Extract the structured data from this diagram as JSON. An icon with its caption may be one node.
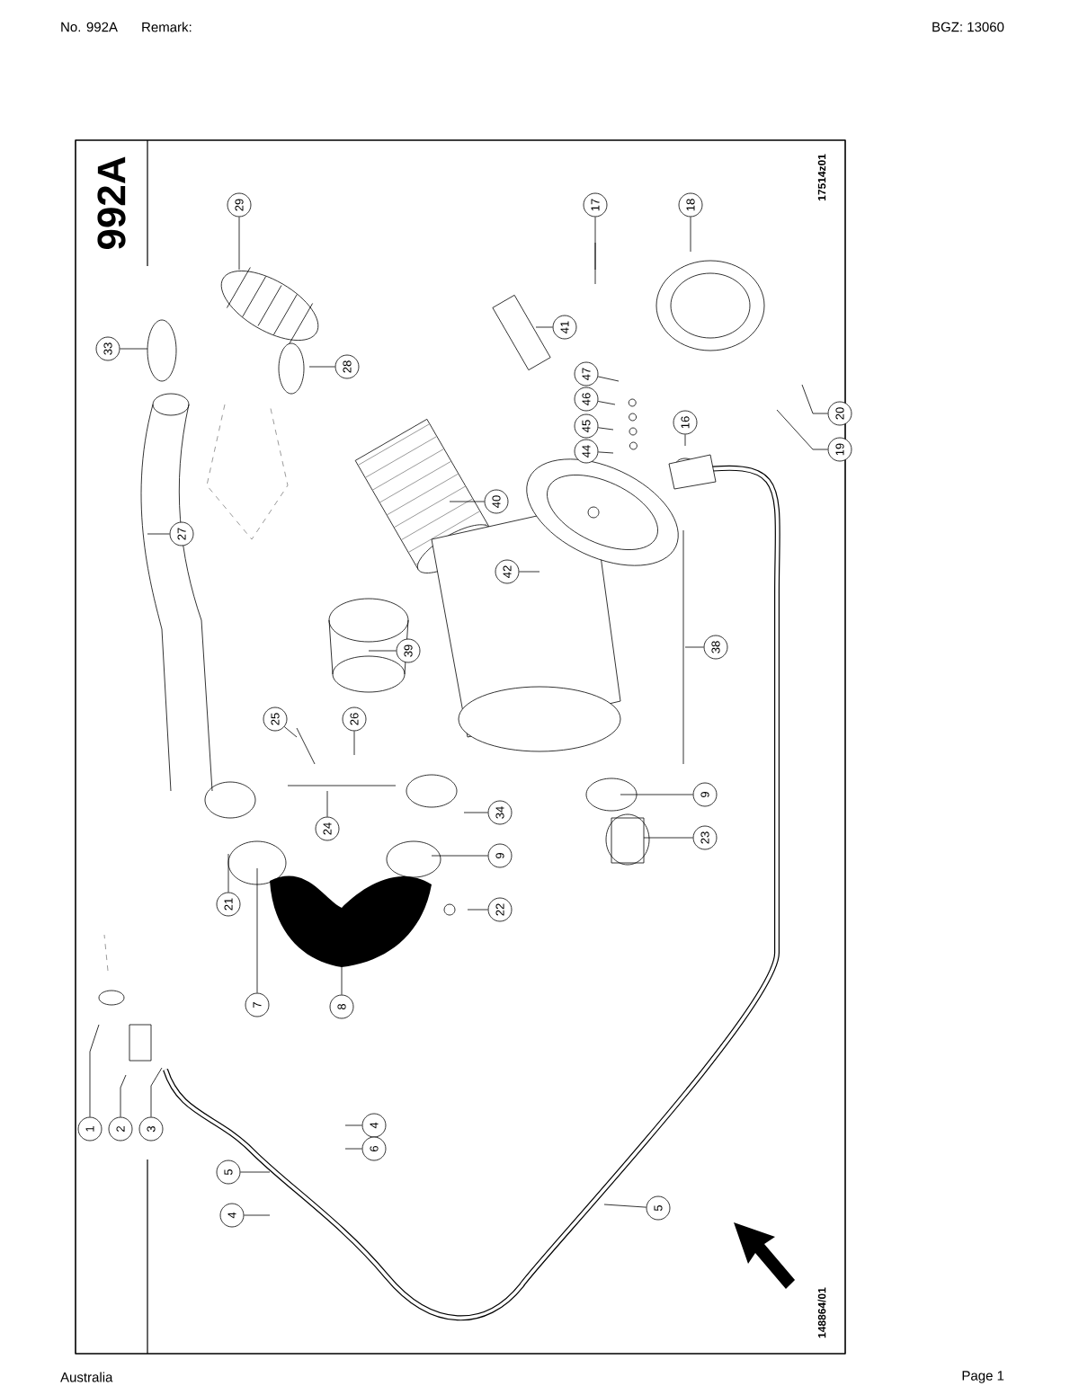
{
  "diagram": {
    "nodes": [
      {
        "text": [
          "29"
        ]
      },
      {
        "text": [
          "33"
        ]
      },
      {
        "text": [
          "28"
        ]
      },
      {
        "text": [
          "27"
        ]
      },
      {
        "text": [
          "40"
        ]
      },
      {
        "text": [
          "39"
        ]
      },
      {
        "text": [
          "42"
        ]
      },
      {
        "text": [
          "41"
        ]
      },
      {
        "text": [
          "17"
        ]
      },
      {
        "text": [
          "18"
        ]
      },
      {
        "text": [
          "20"
        ]
      },
      {
        "text": [
          "19"
        ]
      },
      {
        "text": [
          "47"
        ]
      },
      {
        "text": [
          "46"
        ]
      },
      {
        "text": [
          "45"
        ]
      },
      {
        "text": [
          "44"
        ]
      },
      {
        "text": [
          "16"
        ]
      },
      {
        "text": [
          "38"
        ]
      },
      {
        "text": [
          "25"
        ]
      },
      {
        "text": [
          "26"
        ]
      },
      {
        "text": [
          "24"
        ]
      },
      {
        "text": [
          "34"
        ]
      },
      {
        "text": [
          "9"
        ]
      },
      {
        "text": [
          "22"
        ]
      },
      {
        "text": [
          "21"
        ]
      },
      {
        "text": [
          "7"
        ]
      },
      {
        "text": [
          "8"
        ]
      },
      {
        "text": [
          "9"
        ]
      },
      {
        "text": [
          "23"
        ]
      },
      {
        "text": [
          "1"
        ]
      },
      {
        "text": [
          "2"
        ]
      },
      {
        "text": [
          "3"
        ]
      },
      {
        "text": [
          "4"
        ]
      },
      {
        "text": [
          "6"
        ]
      },
      {
        "text": [
          "5"
        ]
      },
      {
        "text": [
          "4"
        ]
      },
      {
        "text": [
          "5"
        ]
      }
    ],
    "edges": [
      {
        "from": 0,
        "to": null,
        "arrow": "none"
      },
      {
        "from": 1,
        "to": null,
        "arrow": "none"
      },
      {
        "from": 2,
        "to": null,
        "arrow": "none"
      },
      {
        "from": 3,
        "to": null,
        "arrow": "none"
      },
      {
        "from": 4,
        "to": null,
        "arrow": "none"
      },
      {
        "from": 5,
        "to": null,
        "arrow": "none"
      },
      {
        "from": 6,
        "to": null,
        "arrow": "none"
      },
      {
        "from": 7,
        "to": null,
        "arrow": "none"
      },
      {
        "from": 8,
        "to": null,
        "arrow": "none"
      },
      {
        "from": 9,
        "to": null,
        "arrow": "none"
      },
      {
        "from": 10,
        "to": null,
        "arrow": "none"
      },
      {
        "from": 11,
        "to": null,
        "arrow": "none"
      },
      {
        "from": 12,
        "to": null,
        "arrow": "none"
      },
      {
        "from": 13,
        "to": null,
        "arrow": "none"
      },
      {
        "from": 14,
        "to": null,
        "arrow": "none"
      },
      {
        "from": 15,
        "to": null,
        "arrow": "none"
      },
      {
        "from": 16,
        "to": null,
        "arrow": "none"
      },
      {
        "from": 17,
        "to": null,
        "arrow": "none"
      },
      {
        "from": 18,
        "to": null,
        "arrow": "none"
      },
      {
        "from": 19,
        "to": null,
        "arrow": "none"
      },
      {
        "from": 20,
        "to": null,
        "arrow": "none"
      },
      {
        "from": 21,
        "to": null,
        "arrow": "none"
      },
      {
        "from": 22,
        "to": null,
        "arrow": "none"
      },
      {
        "from": 23,
        "to": null,
        "arrow": "none"
      },
      {
        "from": 24,
        "to": null,
        "arrow": "none"
      },
      {
        "from": 25,
        "to": null,
        "arrow": "none"
      },
      {
        "from": 26,
        "to": null,
        "arrow": "none"
      },
      {
        "from": 27,
        "to": null,
        "arrow": "none"
      },
      {
        "from": 28,
        "to": null,
        "arrow": "none"
      },
      {
        "from": 29,
        "to": null,
        "arrow": "none"
      },
      {
        "from": 30,
        "to": null,
        "arrow": "none"
      },
      {
        "from": 31,
        "to": null,
        "arrow": "none"
      },
      {
        "from": 32,
        "to": null,
        "arrow": "none"
      },
      {
        "from": 33,
        "to": null,
        "arrow": "none"
      },
      {
        "from": 34,
        "to": null,
        "arrow": "none"
      },
      {
        "from": 35,
        "to": null,
        "arrow": "none"
      },
      {
        "from": 36,
        "to": null,
        "arrow": "none"
      }
    ],
    "labels": [
      "No. 992A",
      "Remark:",
      "BGZ: 13060",
      "992A",
      "17514z01",
      "148864/01",
      "Australia",
      "Page 1"
    ]
  }
}
